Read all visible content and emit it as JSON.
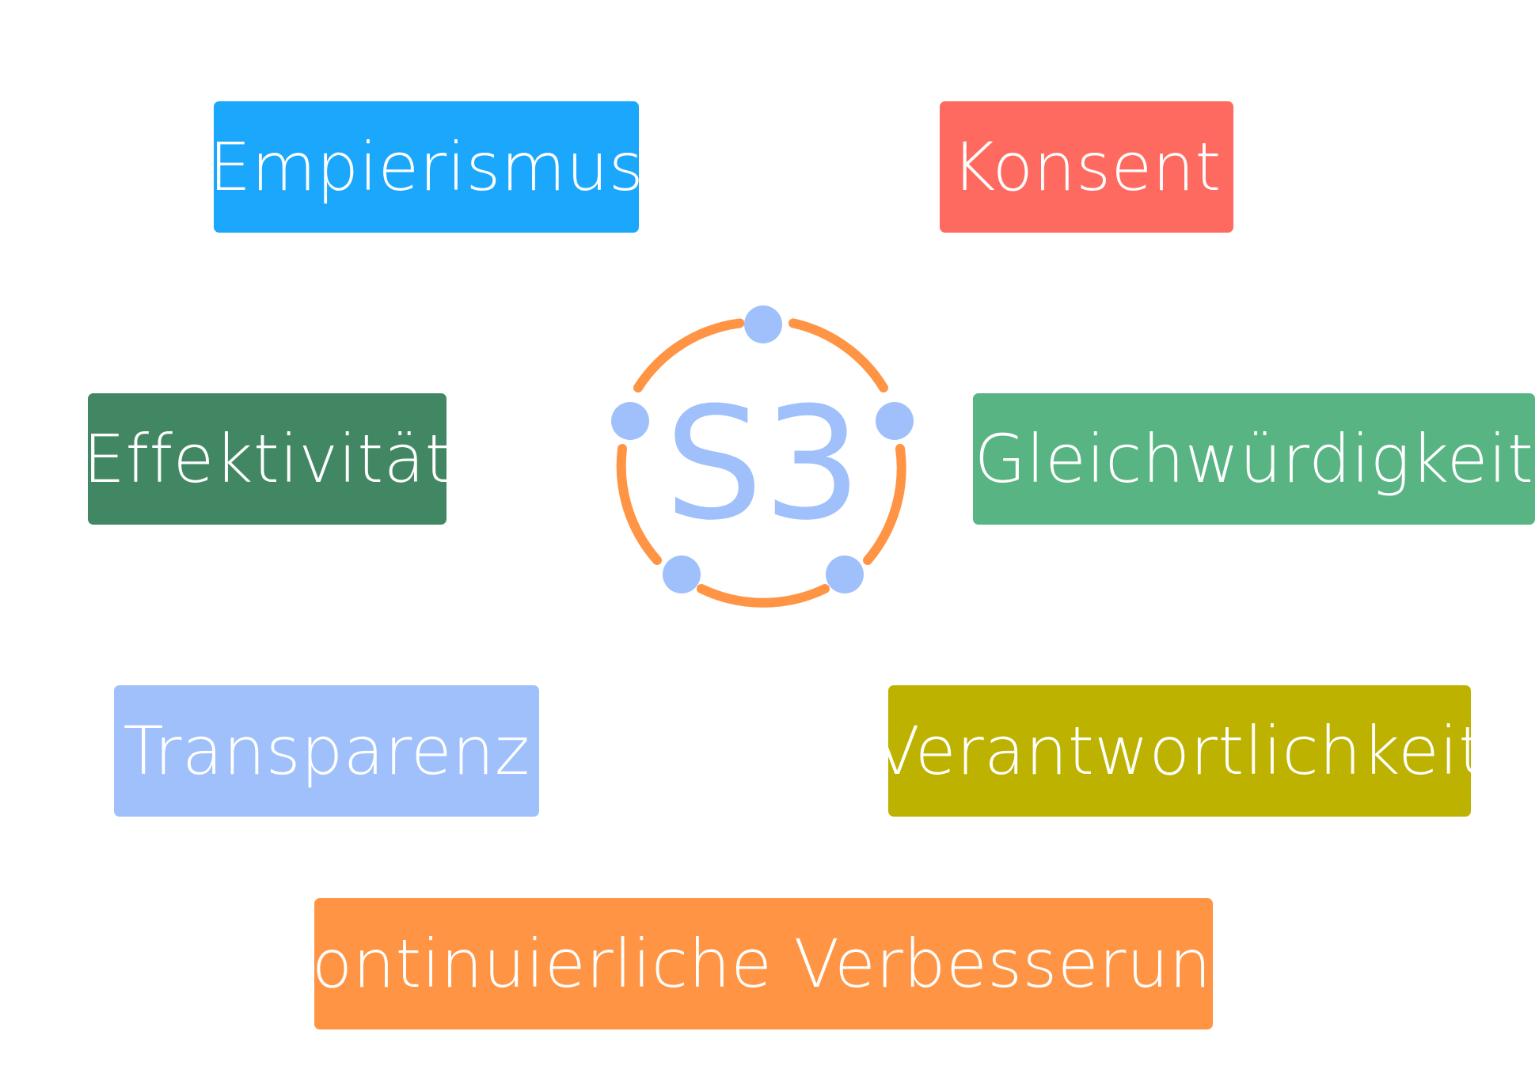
{
  "logo": {
    "text": "S3",
    "text_color": "#9fc0fb",
    "ring_color": "#ff9444",
    "node_color": "#9fc0fb"
  },
  "principles": [
    {
      "label": "Empierismus",
      "color": "#1ba7fc"
    },
    {
      "label": "Konsent",
      "color": "#ff6a60"
    },
    {
      "label": "Effektivität",
      "color": "#428763"
    },
    {
      "label": "Gleichwürdigkeit",
      "color": "#58b482"
    },
    {
      "label": "Transparenz",
      "color": "#9fc0fb"
    },
    {
      "label": "Verantwortlichkeit",
      "color": "#bdb200"
    },
    {
      "label": "kontinuierliche Verbesserung",
      "color": "#ff9444"
    }
  ]
}
